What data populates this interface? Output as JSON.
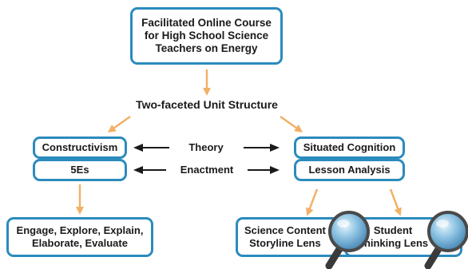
{
  "colors": {
    "box_border": "#2b8bbd",
    "arrow_orange": "#f3b067",
    "arrow_black": "#1a1a1a",
    "lens_blue": "#3f7fae",
    "handle_dark": "#3a3a3a"
  },
  "nodes": {
    "top": "Facilitated Online Course\nfor High School Science\nTeachers on Energy",
    "structure": "Two-faceted Unit Structure",
    "constructivism": "Constructivism",
    "five_es": "5Es",
    "situated": "Situated Cognition",
    "lesson_analysis": "Lesson Analysis",
    "engage": "Engage, Explore, Explain,\nElaborate, Evaluate",
    "science_lens": "Science Content\nStoryline Lens",
    "student_lens": "Student\nThinking Lens"
  },
  "relations": {
    "theory": "Theory",
    "enactment": "Enactment"
  },
  "icons": [
    "magnifying-glass-icon",
    "magnifying-glass-icon"
  ]
}
